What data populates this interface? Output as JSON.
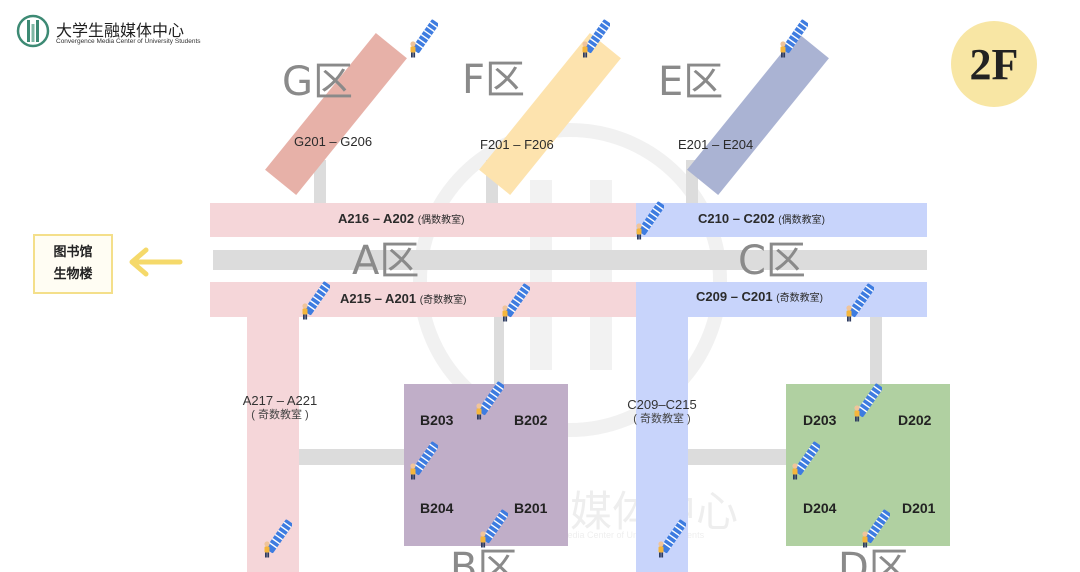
{
  "header": {
    "logo_title": "大学生融媒体中心",
    "logo_subtitle": "Convergence Media Center of University Students"
  },
  "floor": {
    "label": "2F"
  },
  "library_sign": {
    "line1": "图书馆",
    "line2": "生物楼"
  },
  "watermark": {
    "text": "媒体中心",
    "subtext": "Media Center of University Students"
  },
  "zones": {
    "G": {
      "name": "G区",
      "rooms": "G201 – G206",
      "color": "#e7b1a8"
    },
    "F": {
      "name": "F区",
      "rooms": "F201 – F206",
      "color": "#fde3ae"
    },
    "E": {
      "name": "E区",
      "rooms": "E201 – E204",
      "color": "#aab3d3"
    },
    "A": {
      "name": "A区",
      "color": "#f5d6d9",
      "upper_rooms": "A216 – A202",
      "upper_note": "(偶数教室)",
      "lower_rooms": "A215 – A201",
      "lower_note": "(奇数教室)",
      "wing_rooms": "A217 – A221",
      "wing_note": "( 奇数教室 )"
    },
    "C": {
      "name": "C区",
      "color": "#c8d4fb",
      "upper_rooms": "C210 – C202",
      "upper_note": "(偶数教室)",
      "lower_rooms": "C209 – C201",
      "lower_note": "(奇数教室)",
      "wing_rooms": "C209–C215",
      "wing_note": "( 奇数教室 )"
    },
    "B": {
      "name": "B区",
      "color": "#c0aec8",
      "rooms": [
        "B203",
        "B202",
        "B204",
        "B201"
      ]
    },
    "D": {
      "name": "D区",
      "color": "#b0d0a1",
      "rooms": [
        "D203",
        "D202",
        "D204",
        "D201"
      ]
    }
  },
  "stair_icon": "stairs-person-icon",
  "arrow_icon": "arrow-left-icon"
}
